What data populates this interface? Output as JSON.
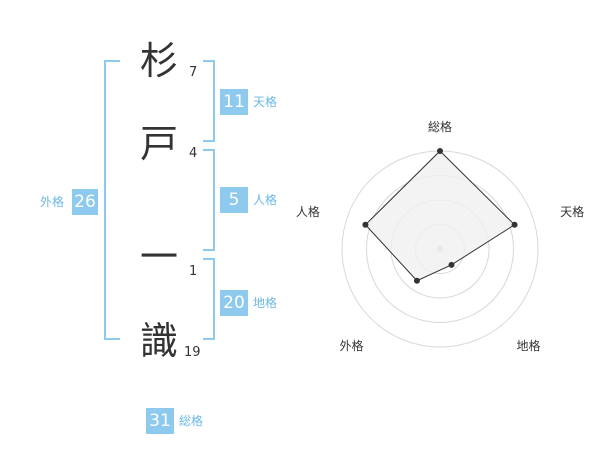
{
  "name": {
    "chars": [
      {
        "char": "杉",
        "strokes": "7"
      },
      {
        "char": "戸",
        "strokes": "4"
      },
      {
        "char": "一",
        "strokes": "1"
      },
      {
        "char": "識",
        "strokes": "19"
      }
    ]
  },
  "kakusu": {
    "tenkaku": {
      "value": "11",
      "label": "天格"
    },
    "jinkaku": {
      "value": "5",
      "label": "人格"
    },
    "chikaku": {
      "value": "20",
      "label": "地格"
    },
    "gaikaku": {
      "value": "26",
      "label": "外格"
    },
    "soukaku": {
      "value": "31",
      "label": "総格"
    }
  },
  "chart_data": {
    "type": "radar",
    "axes": [
      "総格",
      "天格",
      "地格",
      "外格",
      "人格"
    ],
    "values": [
      5,
      4,
      1,
      2,
      4
    ],
    "range": [
      0,
      5
    ],
    "rings": 4,
    "colors": {
      "fill": "#f0f0f0",
      "line": "#333333",
      "ring": "#d8d8d8",
      "center": "#cccccc"
    }
  },
  "colors": {
    "accent": "#8ec9ee",
    "label": "#6bb8e6"
  }
}
